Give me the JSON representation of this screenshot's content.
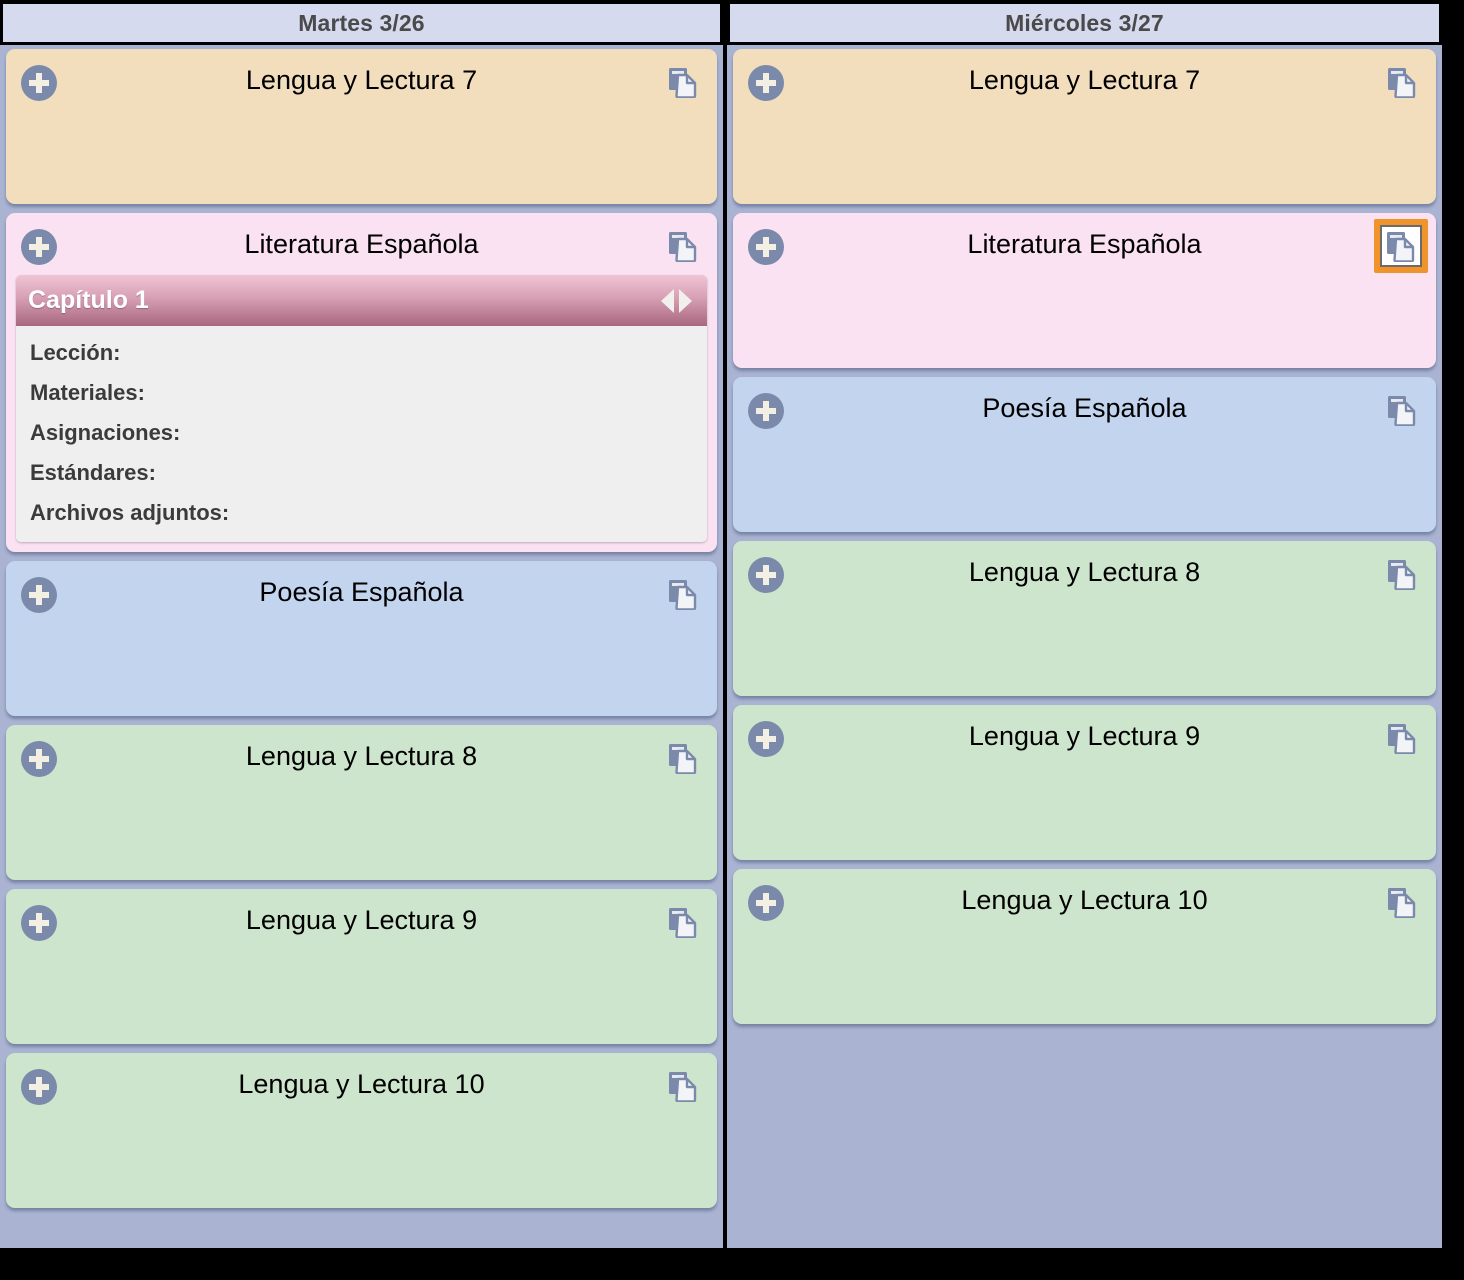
{
  "icons": {
    "plus": "plus-circle-icon",
    "copy": "copy-documents-icon",
    "prev": "nav-arrow-left-icon",
    "next": "nav-arrow-right-icon"
  },
  "colors": {
    "column_background": "#aab4d2",
    "header_background": "#d6daee",
    "card_yellow": "#f2debc",
    "card_pink": "#fbe2f3",
    "card_blue": "#c3d4ef",
    "card_green": "#cee5cd",
    "focus_highlight": "#f0932b",
    "detail_header_gradient_top": "#f0c5d5",
    "detail_header_gradient_bottom": "#a8677f",
    "detail_body": "#efefef",
    "plus_circle": "#7b8aab",
    "copy_icon": "#7b8aab"
  },
  "columns": [
    {
      "header": "Martes 3/26",
      "cards": [
        {
          "title": "Lengua y Lectura 7",
          "color": "card_yellow",
          "expanded": false,
          "focused_copy": false
        },
        {
          "title": "Literatura Española",
          "color": "card_pink",
          "expanded": true,
          "focused_copy": false,
          "detail": {
            "chapter": "Capítulo 1",
            "fields": [
              "Lección:",
              "Materiales:",
              "Asignaciones:",
              "Estándares:",
              "Archivos adjuntos:"
            ]
          }
        },
        {
          "title": "Poesía Española",
          "color": "card_blue",
          "expanded": false,
          "focused_copy": false
        },
        {
          "title": "Lengua y Lectura 8",
          "color": "card_green",
          "expanded": false,
          "focused_copy": false
        },
        {
          "title": "Lengua y Lectura 9",
          "color": "card_green",
          "expanded": false,
          "focused_copy": false
        },
        {
          "title": "Lengua y Lectura 10",
          "color": "card_green",
          "expanded": false,
          "focused_copy": false
        }
      ]
    },
    {
      "header": "Miércoles 3/27",
      "cards": [
        {
          "title": "Lengua y Lectura 7",
          "color": "card_yellow",
          "expanded": false,
          "focused_copy": false
        },
        {
          "title": "Literatura Española",
          "color": "card_pink",
          "expanded": false,
          "focused_copy": true
        },
        {
          "title": "Poesía Española",
          "color": "card_blue",
          "expanded": false,
          "focused_copy": false
        },
        {
          "title": "Lengua y Lectura 8",
          "color": "card_green",
          "expanded": false,
          "focused_copy": false
        },
        {
          "title": "Lengua y Lectura 9",
          "color": "card_green",
          "expanded": false,
          "focused_copy": false
        },
        {
          "title": "Lengua y Lectura 10",
          "color": "card_green",
          "expanded": false,
          "focused_copy": false
        }
      ]
    }
  ]
}
